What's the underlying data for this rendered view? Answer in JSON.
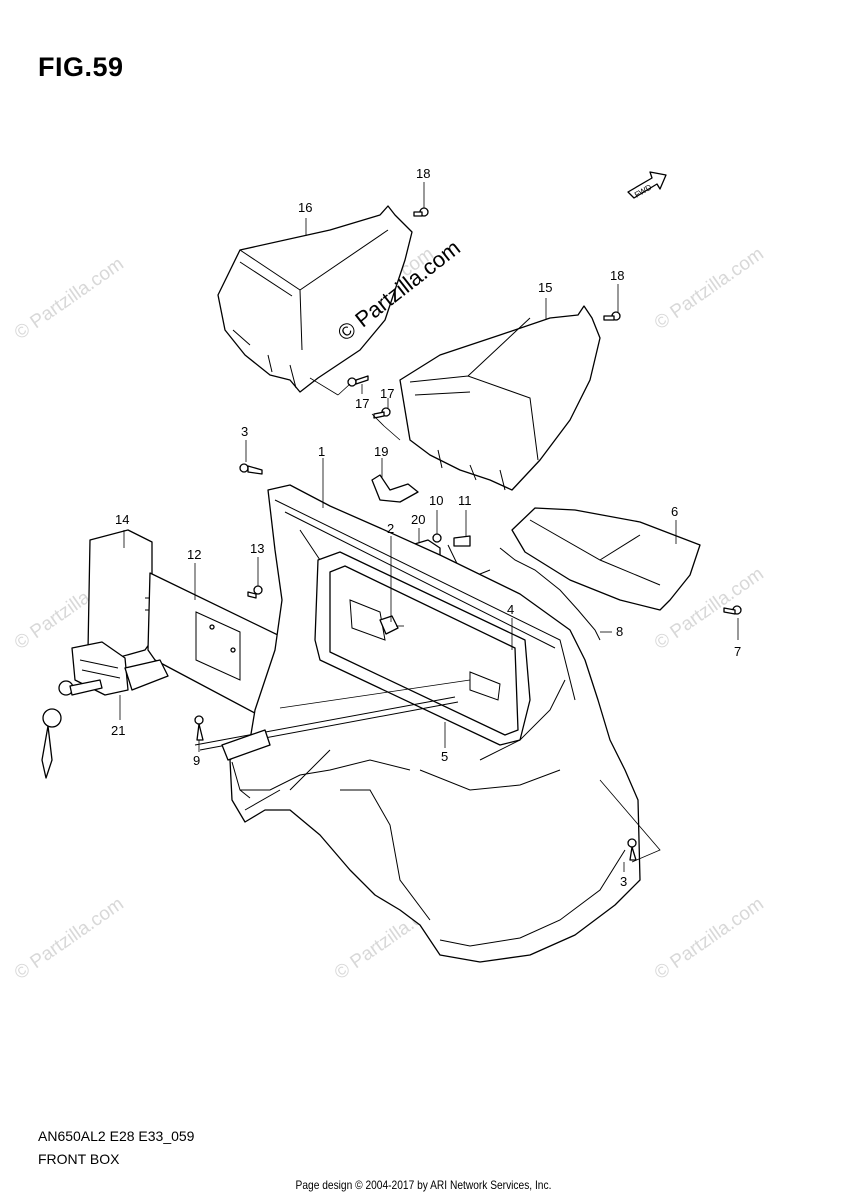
{
  "figure": {
    "title": "FIG.59",
    "fwd_label": "FWD",
    "model_code": "AN650AL2 E28 E33_059",
    "section_name": "FRONT BOX"
  },
  "watermark": {
    "text": "© Partzilla.com"
  },
  "callouts": [
    "1",
    "2",
    "3",
    "3",
    "4",
    "5",
    "6",
    "7",
    "8",
    "9",
    "10",
    "11",
    "12",
    "13",
    "14",
    "15",
    "16",
    "17",
    "17",
    "18",
    "18",
    "19",
    "20",
    "21"
  ],
  "footer": {
    "text": "Page design © 2004-2017 by ARI Network Services, Inc."
  }
}
